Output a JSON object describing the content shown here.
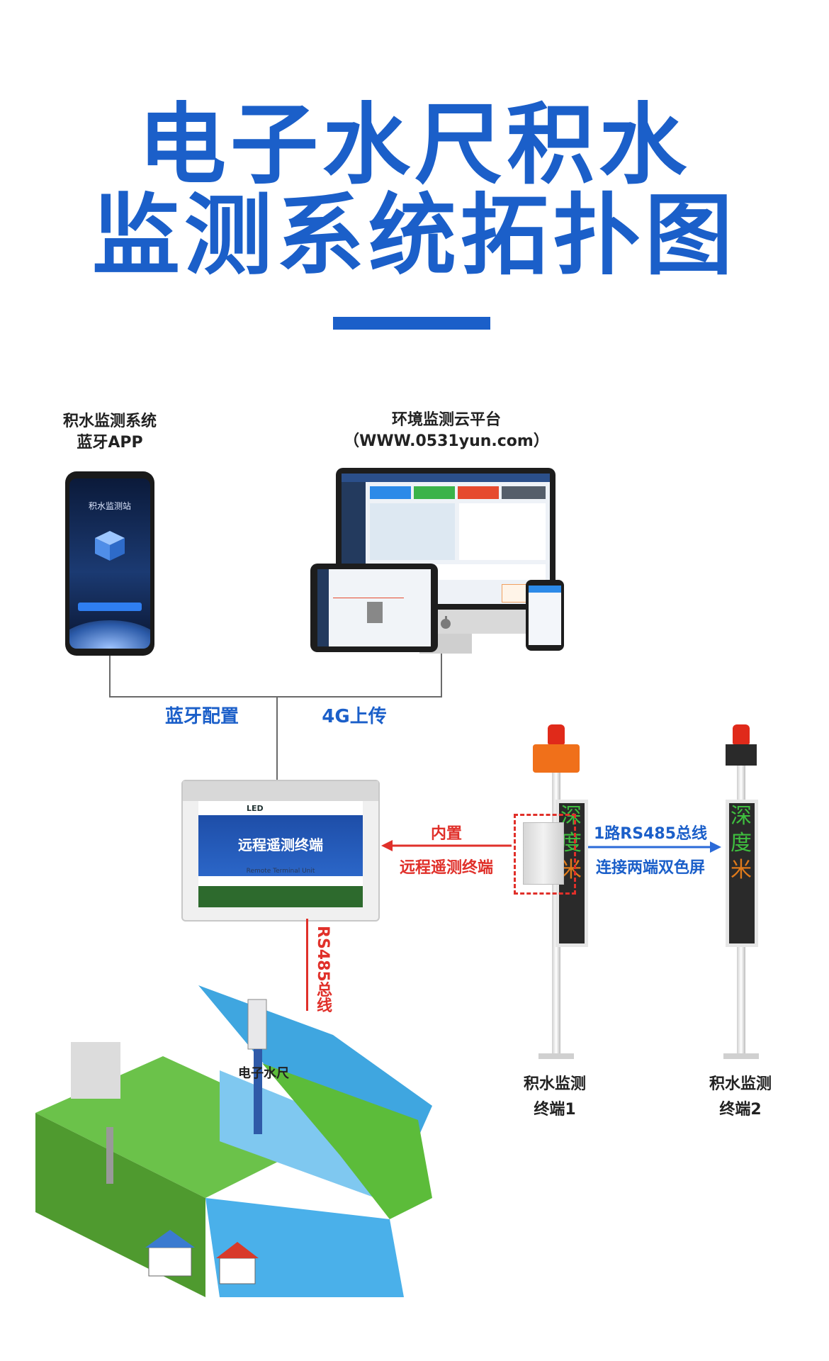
{
  "title": {
    "line1": "电子水尺积水",
    "line2": "监测系统拓扑图"
  },
  "app": {
    "line1": "积水监测系统",
    "line2": "蓝牙APP",
    "screen_title": "积水监测站"
  },
  "cloud": {
    "line1": "环境监测云平台",
    "line2": "（WWW.0531yun.com）"
  },
  "links": {
    "bluetooth": "蓝牙配置",
    "uplink": "4G上传"
  },
  "rtu": {
    "name": "远程遥测终端",
    "subtitle": "Remote Terminal Unit",
    "led": "LED"
  },
  "builtin": {
    "line1": "内置",
    "line2": "远程遥测终端"
  },
  "bus": {
    "line1": "1路RS485总线",
    "line2": "连接两端双色屏"
  },
  "rs485_label": "RS485总线",
  "gauge_label": "电子水尺",
  "terminal1": {
    "line1": "积水监测",
    "line2": "终端1",
    "chars": [
      "深",
      "度",
      "",
      "",
      "米"
    ]
  },
  "terminal2": {
    "line1": "积水监测",
    "line2": "终端2",
    "chars": [
      "深",
      "度",
      "",
      "",
      "米"
    ]
  },
  "colors": {
    "brand_blue": "#1b5fc9",
    "alert_red": "#e0302a",
    "led_green": "#3fbf3f"
  }
}
